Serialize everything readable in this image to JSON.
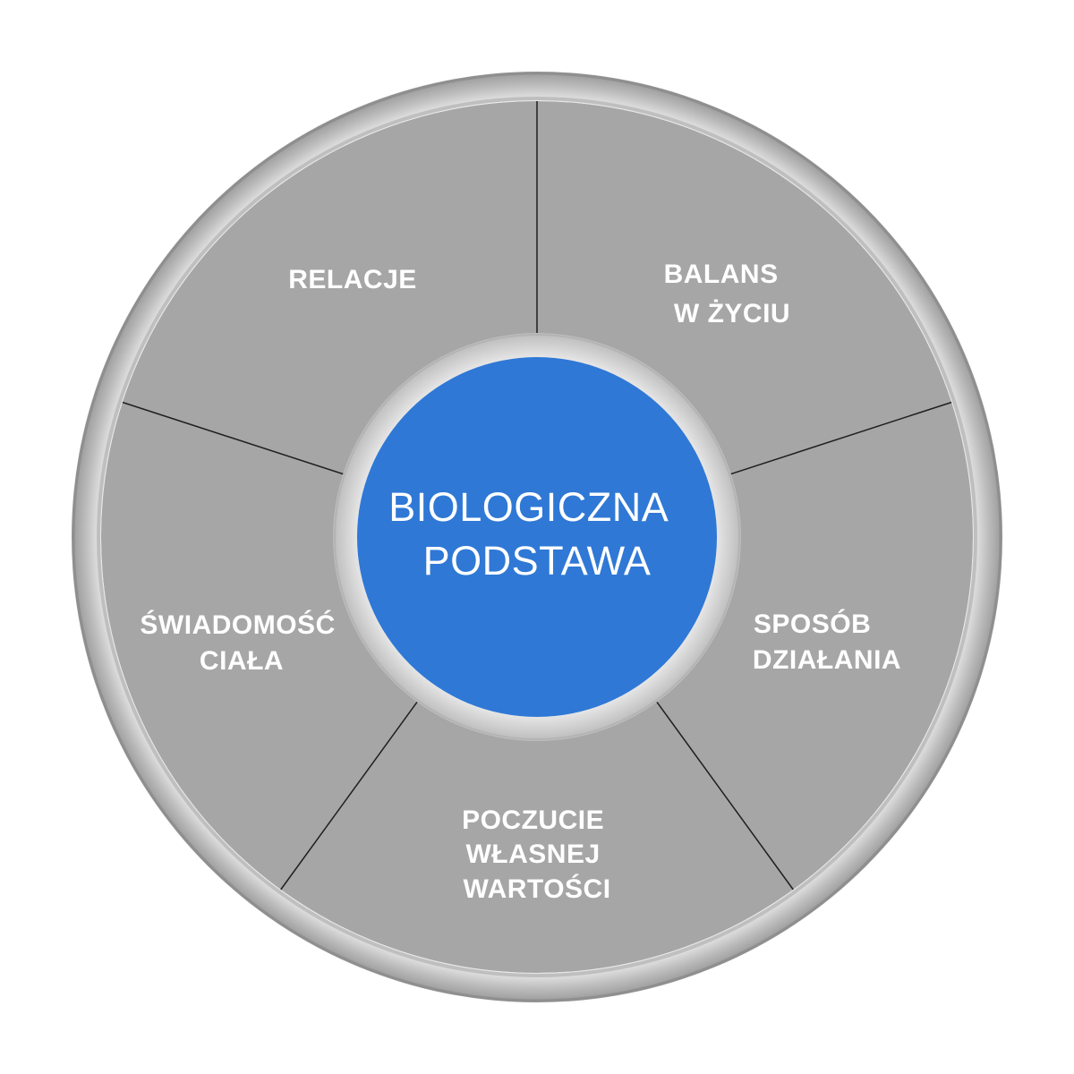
{
  "diagram": {
    "center": {
      "lines": [
        "BIOLOGICZNA",
        "PODSTAWA"
      ]
    },
    "segments": [
      {
        "id": "relacje",
        "lines": [
          "RELACJE"
        ]
      },
      {
        "id": "balans",
        "lines": [
          "BALANS",
          "W ŻYCIU"
        ]
      },
      {
        "id": "sposob",
        "lines": [
          "SPOSÓB",
          "DZIAŁANIA"
        ]
      },
      {
        "id": "poczucie",
        "lines": [
          "POCZUCIE",
          "WŁASNEJ",
          "WARTOŚCI"
        ]
      },
      {
        "id": "swiadomosc",
        "lines": [
          "ŚWIADOMOŚĆ",
          "CIAŁA"
        ]
      }
    ],
    "colors": {
      "segment_fill": "#a6a6a6",
      "outer_ring": "#c9c9c9",
      "inner_ring": "#d6d6d6",
      "center_fill": "#2f78d6",
      "divider": "#1f1f1f",
      "label": "#ffffff"
    }
  }
}
